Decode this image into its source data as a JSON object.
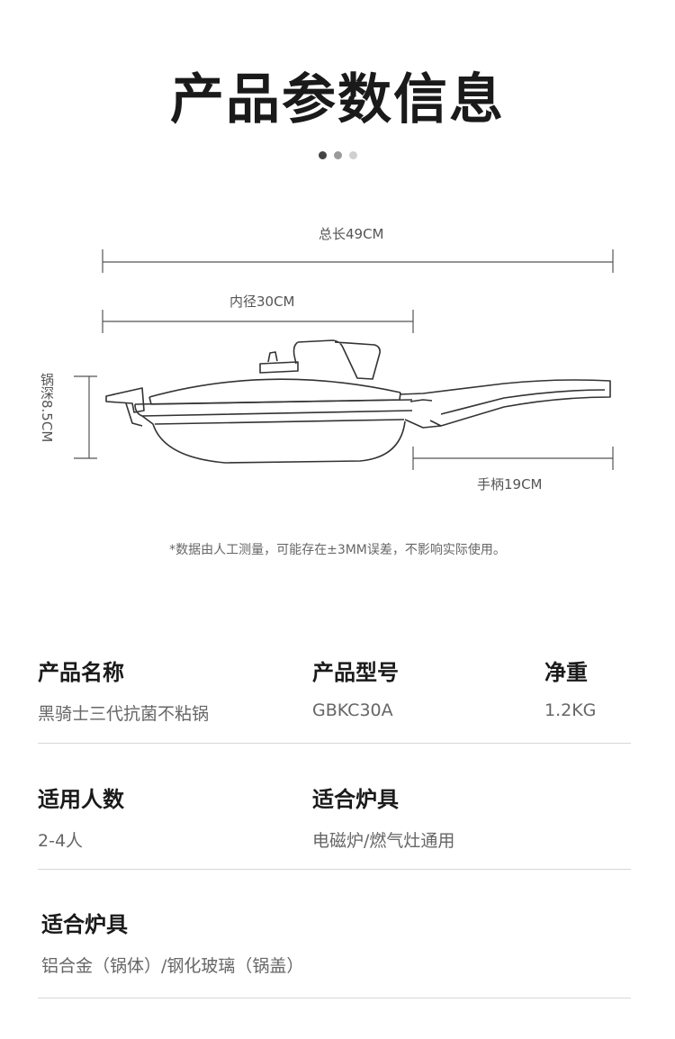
{
  "header": {
    "title": "产品参数信息",
    "dots": [
      {
        "color": "#444444"
      },
      {
        "color": "#9a9a9a"
      },
      {
        "color": "#d0d0d0"
      }
    ]
  },
  "diagram": {
    "total_length": "总长49CM",
    "inner_diameter": "内径30CM",
    "depth": "锅深8.5CM",
    "handle": "手柄19CM"
  },
  "note": "*数据由人工测量，可能存在±3MM误差，不影响实际使用。",
  "specs": {
    "name": {
      "label": "产品名称",
      "value": "黑骑士三代抗菌不粘锅"
    },
    "model": {
      "label": "产品型号",
      "value": "GBKC30A"
    },
    "weight": {
      "label": "净重",
      "value": "1.2KG"
    },
    "people": {
      "label": "适用人数",
      "value": "2-4人"
    },
    "stove": {
      "label": "适合炉具",
      "value": "电磁炉/燃气灶通用"
    },
    "material": {
      "label": "适合炉具",
      "value": "铝合金（锅体）/钢化玻璃（锅盖）"
    }
  },
  "colors": {
    "line": "#555555",
    "rule": "#d8d8d8"
  }
}
